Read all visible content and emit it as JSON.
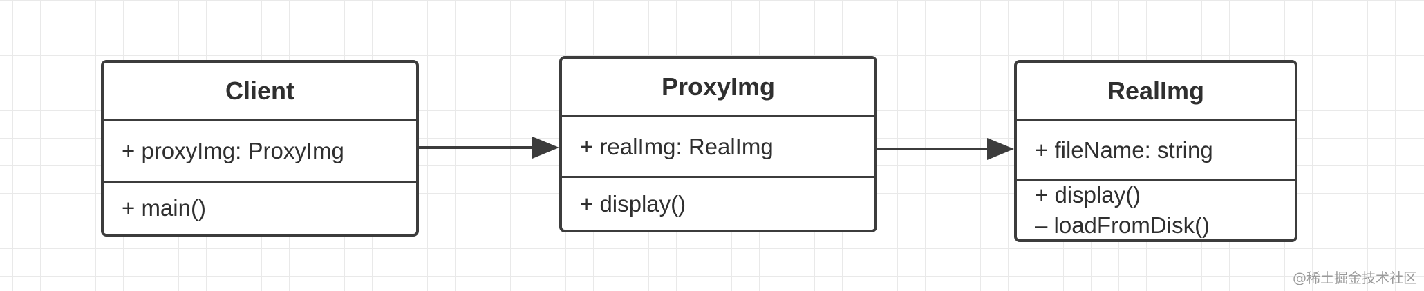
{
  "classes": {
    "client": {
      "name": "Client",
      "attributes": [
        "+ proxyImg: ProxyImg"
      ],
      "operations": [
        "+ main()"
      ]
    },
    "proxy": {
      "name": "ProxyImg",
      "attributes": [
        "+ realImg: RealImg"
      ],
      "operations": [
        "+ display()"
      ]
    },
    "real": {
      "name": "RealImg",
      "attributes": [
        "+ fileName: string"
      ],
      "operations": [
        "+ display()",
        "– loadFromDisk()"
      ]
    }
  },
  "watermark": "@稀土掘金技术社区",
  "colors": {
    "stroke": "#3c3c3c",
    "grid": "#e9e9e9",
    "text": "#2f2f2f"
  }
}
